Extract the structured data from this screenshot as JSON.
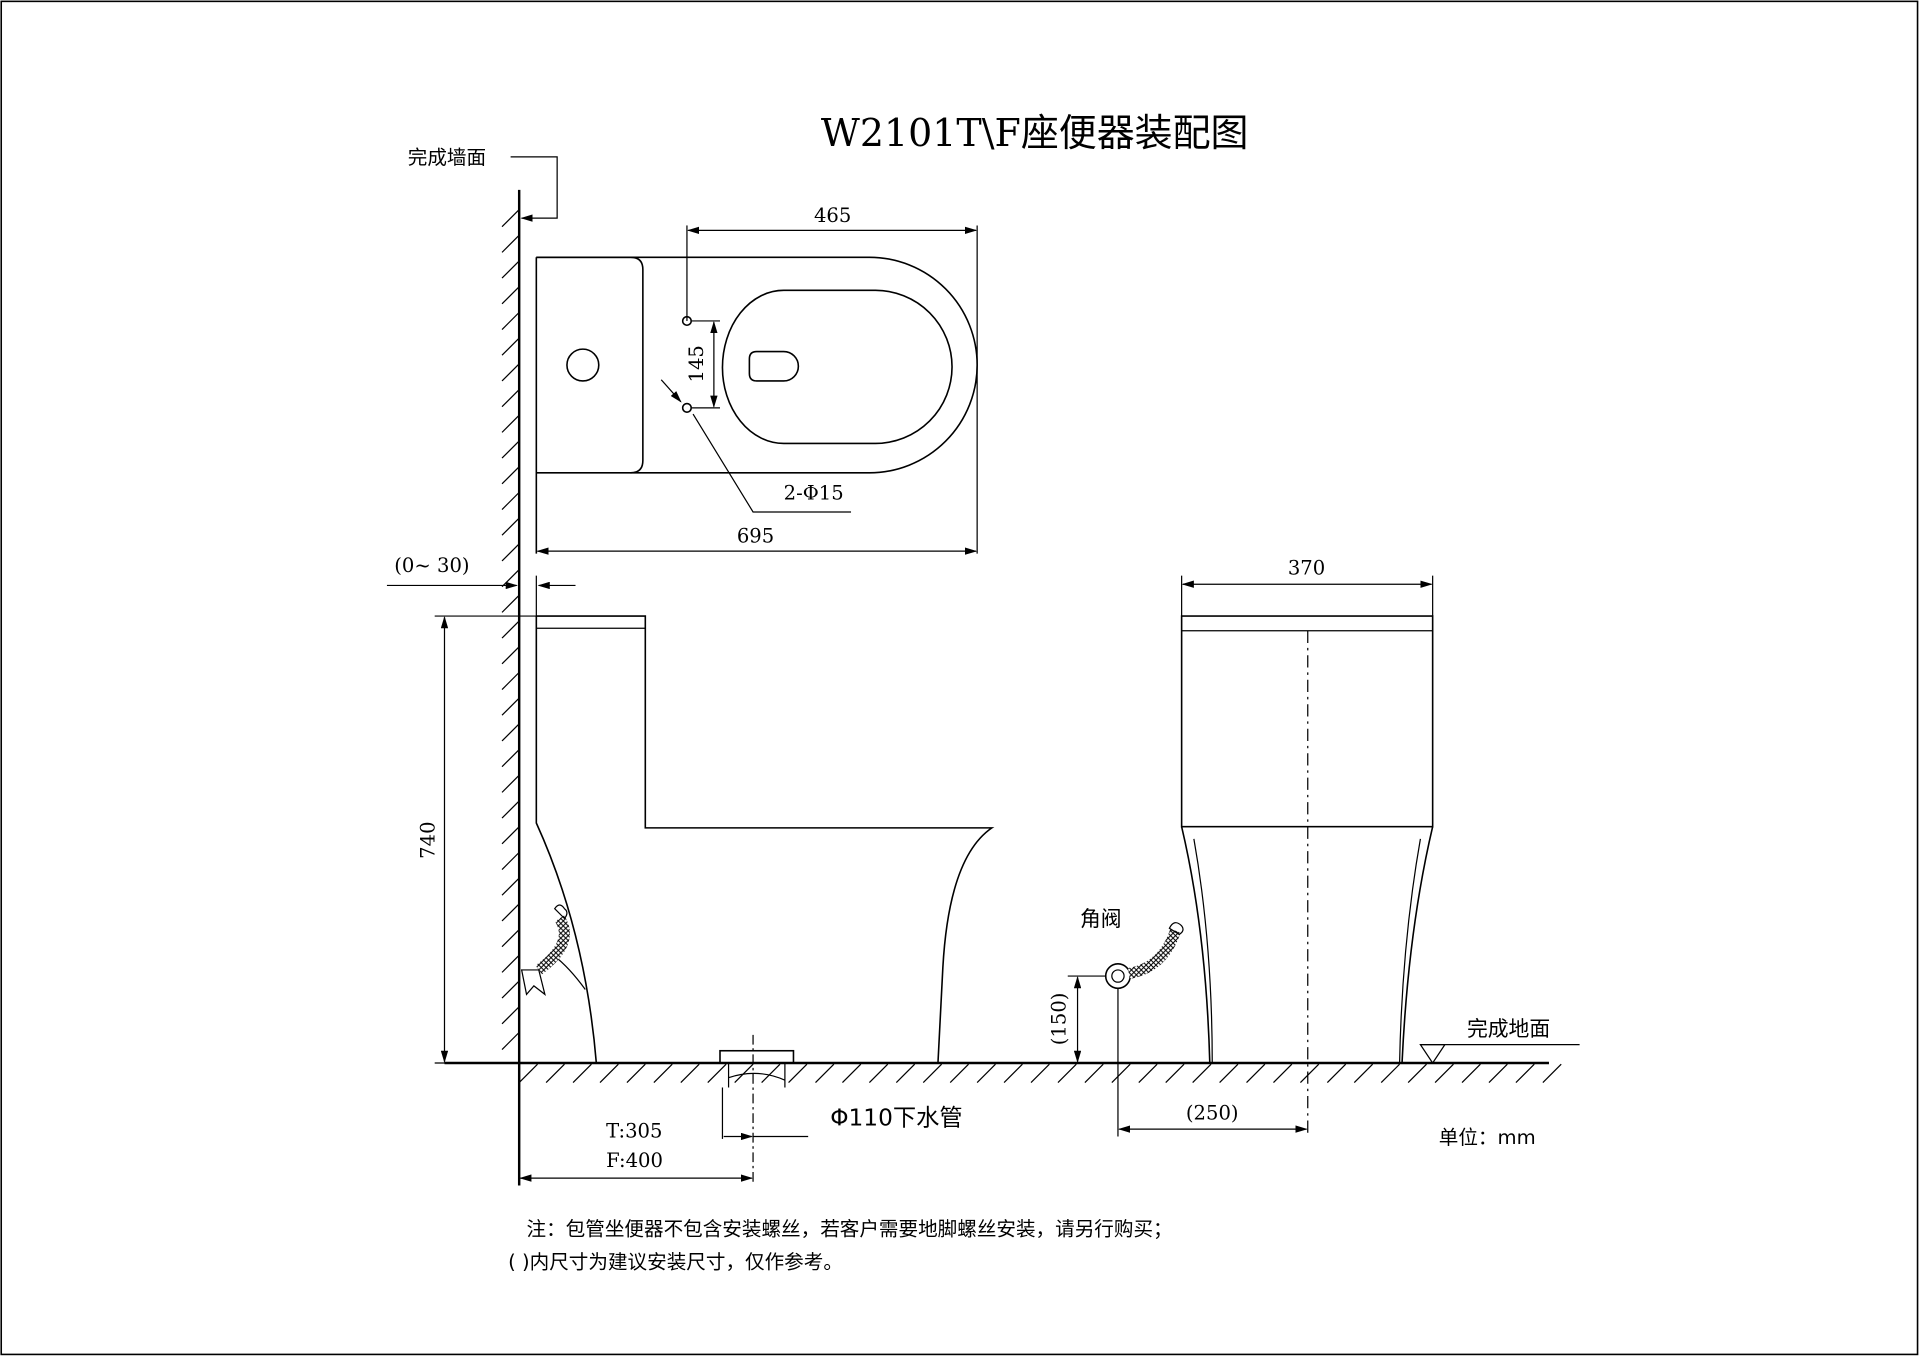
{
  "title": "W2101T\\F座便器装配图",
  "labels": {
    "finished_wall": "完成墙面",
    "finished_floor": "完成地面",
    "angle_valve": "角阀",
    "drain_pipe": "Φ110下水管",
    "unit": "单位：mm",
    "wall_gap": "(0~ 30)",
    "t_offset": "T:305",
    "f_offset": "F:400",
    "holes": "2-Φ15"
  },
  "dimensions": {
    "top_width": "465",
    "hole_spacing": "145",
    "overall_length": "695",
    "height": "740",
    "front_width": "370",
    "valve_height": "(150)",
    "valve_offset": "(250)"
  },
  "notes": [
    "注：包管坐便器不包含安装螺丝，若客户需要地脚螺丝安装，请另行购买；",
    "( )内尺寸为建议安装尺寸，仅作参考。"
  ]
}
